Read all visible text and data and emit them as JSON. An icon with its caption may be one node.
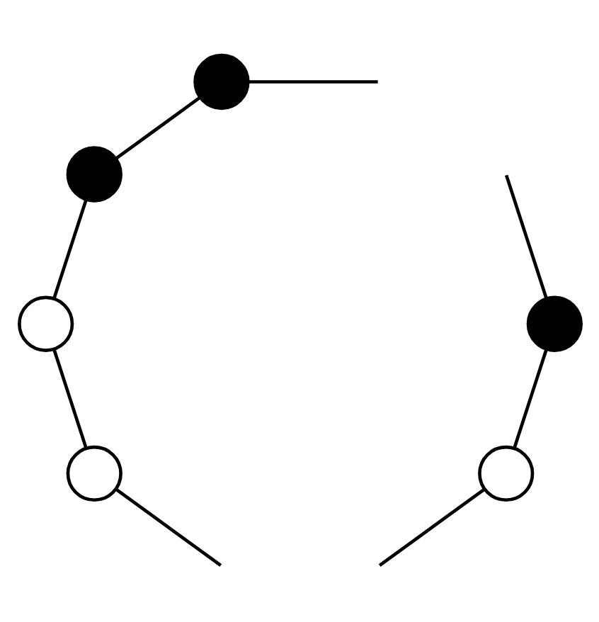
{
  "diagram": {
    "nodes": [
      {
        "text": [],
        "shape": "circle"
      },
      {
        "text": [],
        "shape": "circle"
      },
      {
        "text": [],
        "shape": "circle"
      },
      {
        "text": [],
        "shape": "circle"
      },
      {
        "text": [],
        "shape": "circle"
      },
      {
        "text": [],
        "shape": "circle"
      }
    ],
    "edges": [
      {
        "from": 5,
        "to": 0,
        "arrow": "none"
      },
      {
        "from": 0,
        "to": null,
        "arrow": "none"
      },
      {
        "from": null,
        "to": 1,
        "arrow": "none"
      },
      {
        "from": 1,
        "to": 2,
        "arrow": "none"
      },
      {
        "from": 2,
        "to": 3,
        "arrow": "none"
      },
      {
        "from": 3,
        "to": 4,
        "arrow": "none"
      },
      {
        "from": 4,
        "to": null,
        "arrow": "none"
      },
      {
        "from": null,
        "to": 5,
        "arrow": "none"
      }
    ]
  }
}
